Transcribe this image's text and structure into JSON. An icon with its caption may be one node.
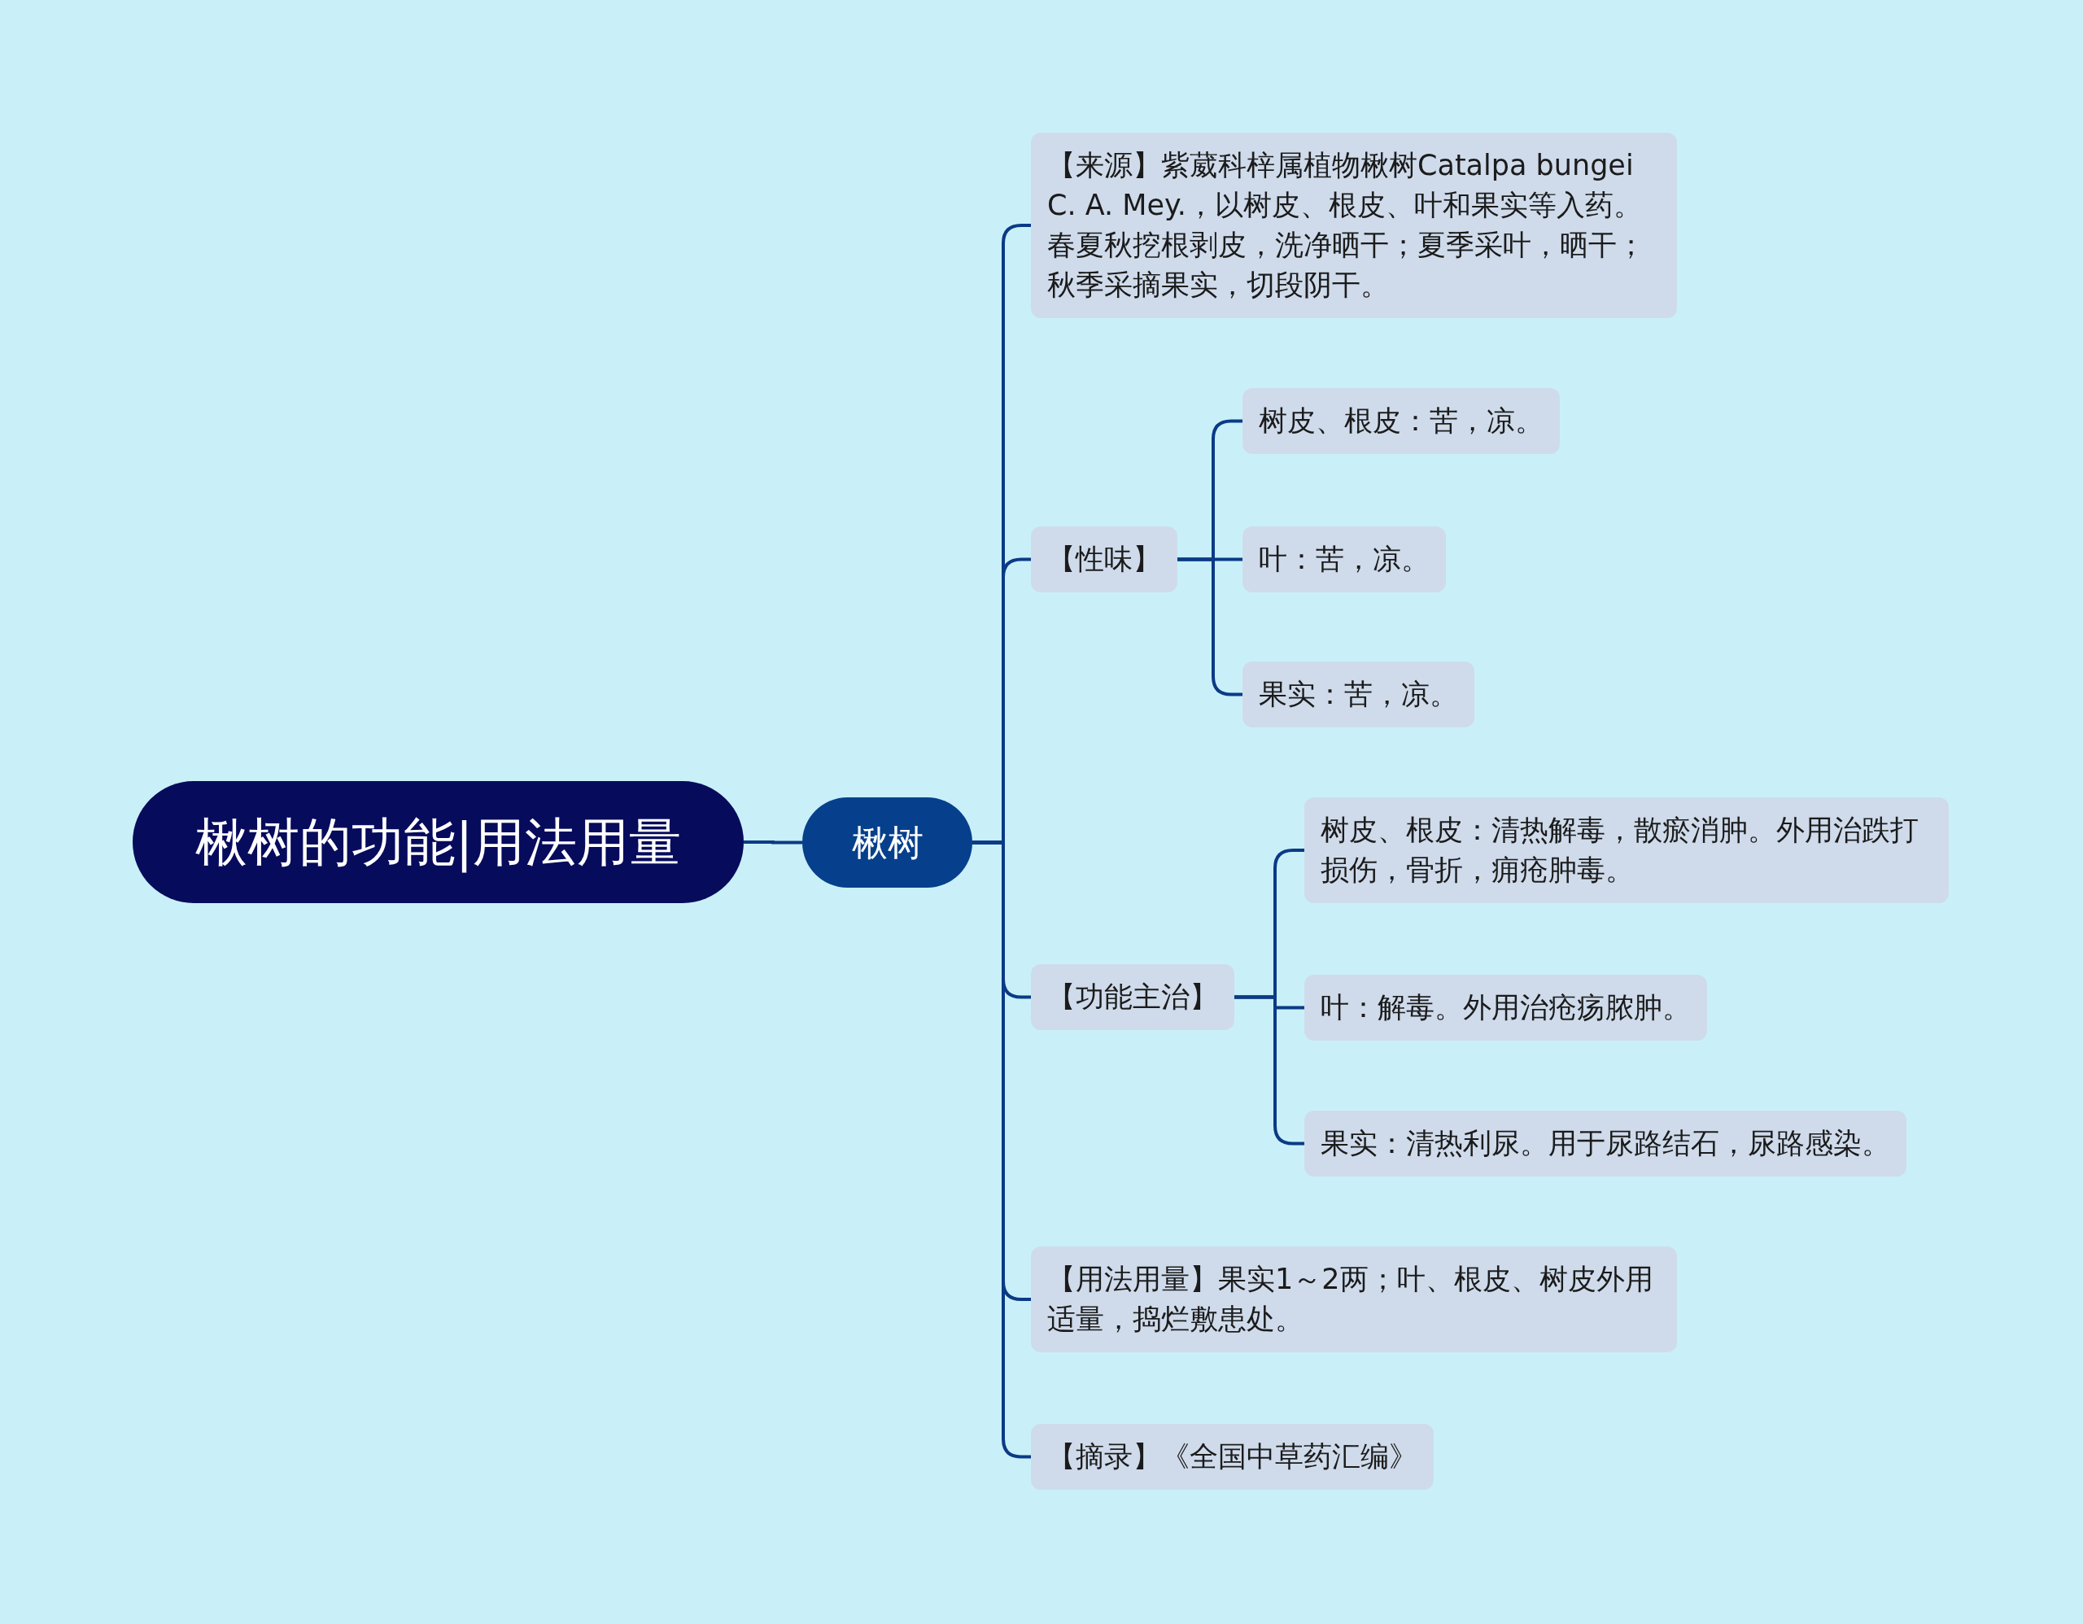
{
  "diagram": {
    "nodes": [
      {
        "text": [
          "楸树的功能|用法用量"
        ]
      },
      {
        "text": [
          "楸树"
        ]
      },
      {
        "text": [
          "【来源】紫葳科梓属植物楸树Catalpa bungei C. A. Mey.，以树皮、根皮、叶和果实等入药。春夏秋挖根剥皮，洗净晒干；夏季采叶，晒干；秋季采摘果实，切段阴干。"
        ]
      },
      {
        "text": [
          "【性味】"
        ]
      },
      {
        "text": [
          "树皮、根皮：苦，凉。"
        ]
      },
      {
        "text": [
          "叶：苦，凉。"
        ]
      },
      {
        "text": [
          "果实：苦，凉。"
        ]
      },
      {
        "text": [
          "【功能主治】"
        ]
      },
      {
        "text": [
          "树皮、根皮：清热解毒，散瘀消肿。外用治跌打损伤，骨折，痈疮肿毒。"
        ]
      },
      {
        "text": [
          "叶：解毒。外用治疮疡脓肿。"
        ]
      },
      {
        "text": [
          "果实：清热利尿。用于尿路结石，尿路感染。"
        ]
      },
      {
        "text": [
          "【用法用量】果实1～2两；叶、根皮、树皮外用适量，捣烂敷患处。"
        ]
      },
      {
        "text": [
          "【摘录】《全国中草药汇编》"
        ]
      }
    ],
    "edges": [
      {
        "from": 0,
        "to": 1,
        "arrow": "none"
      },
      {
        "from": 1,
        "to": 2,
        "arrow": "none"
      },
      {
        "from": 1,
        "to": 3,
        "arrow": "none"
      },
      {
        "from": 3,
        "to": 4,
        "arrow": "none"
      },
      {
        "from": 3,
        "to": 5,
        "arrow": "none"
      },
      {
        "from": 3,
        "to": 6,
        "arrow": "none"
      },
      {
        "from": 1,
        "to": 7,
        "arrow": "none"
      },
      {
        "from": 7,
        "to": 8,
        "arrow": "none"
      },
      {
        "from": 7,
        "to": 9,
        "arrow": "none"
      },
      {
        "from": 7,
        "to": 10,
        "arrow": "none"
      },
      {
        "from": 1,
        "to": 11,
        "arrow": "none"
      },
      {
        "from": 1,
        "to": 12,
        "arrow": "none"
      }
    ]
  }
}
